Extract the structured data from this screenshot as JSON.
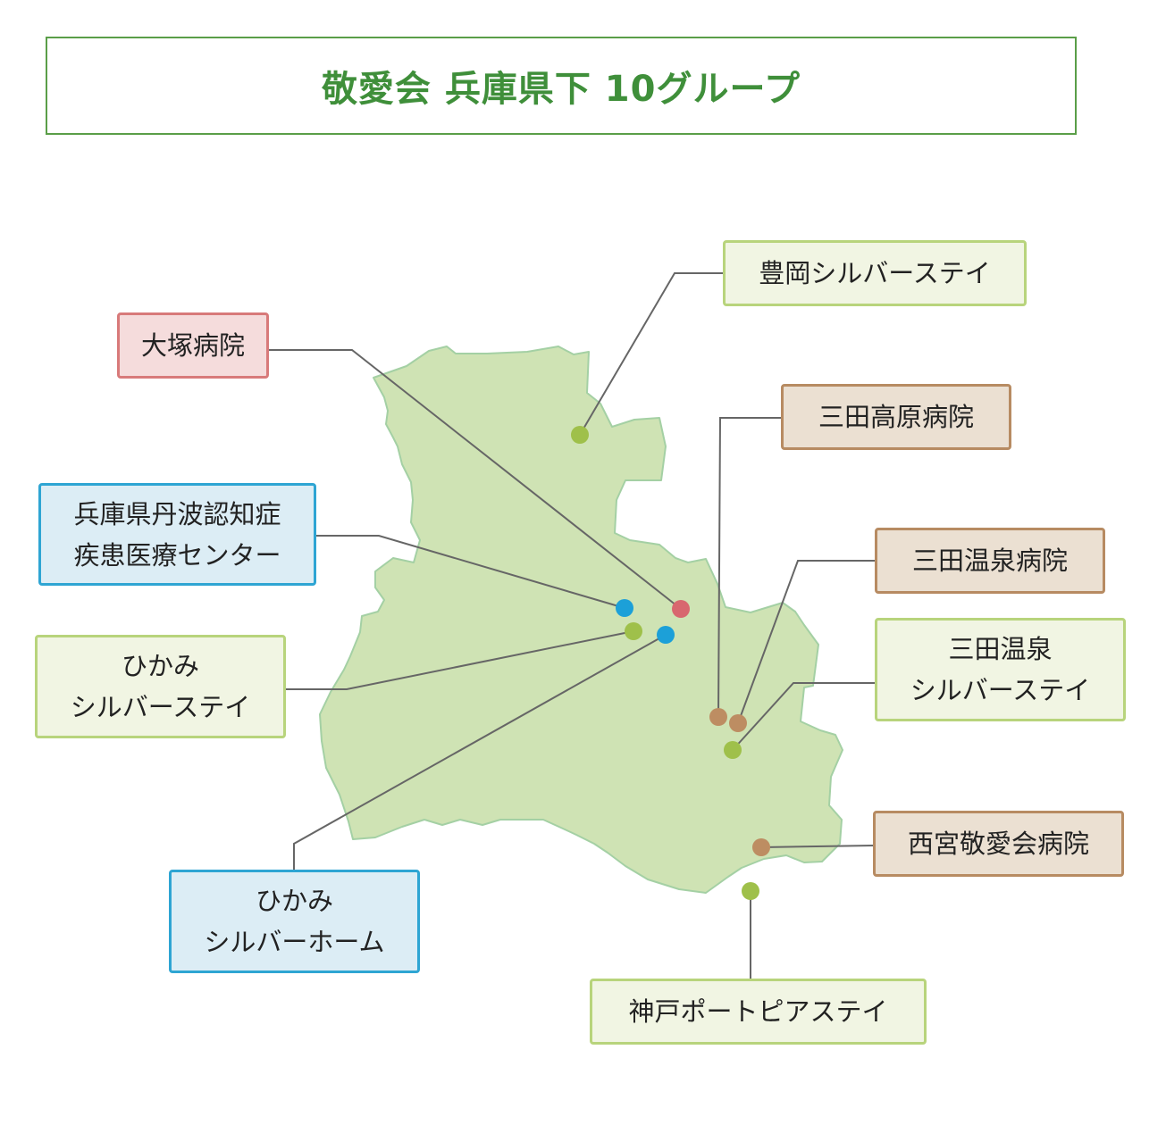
{
  "title": "敬愛会 兵庫県下 10グループ",
  "colors": {
    "title_green": "#3f8f3a",
    "map_fill": "#cfe3b4",
    "map_outline": "#a4d0a4",
    "dot_green": "#9fc04a",
    "dot_red": "#d8676f",
    "dot_blue": "#1ca0d8",
    "dot_brown": "#bd8d62"
  },
  "facilities": [
    {
      "id": "toyooka",
      "lines": [
        "豊岡シルバーステイ"
      ],
      "category": "green"
    },
    {
      "id": "otsuka",
      "lines": [
        "大塚病院"
      ],
      "category": "red"
    },
    {
      "id": "sanda-kogen",
      "lines": [
        "三田高原病院"
      ],
      "category": "brown"
    },
    {
      "id": "tanba-ninchisho",
      "lines": [
        "兵庫県丹波認知症",
        "疾患医療センター"
      ],
      "category": "blue"
    },
    {
      "id": "sanda-onsen-hospital",
      "lines": [
        "三田温泉病院"
      ],
      "category": "brown"
    },
    {
      "id": "hikami-silverstay",
      "lines": [
        "ひかみ",
        "シルバーステイ"
      ],
      "category": "green"
    },
    {
      "id": "sanda-onsen-silverstay",
      "lines": [
        "三田温泉",
        "シルバーステイ"
      ],
      "category": "green"
    },
    {
      "id": "nishinomiya",
      "lines": [
        "西宮敬愛会病院"
      ],
      "category": "brown"
    },
    {
      "id": "hikami-silverhome",
      "lines": [
        "ひかみ",
        "シルバーホーム"
      ],
      "category": "blue"
    },
    {
      "id": "kobe-portopia",
      "lines": [
        "神戸ポートピアステイ"
      ],
      "category": "green"
    }
  ]
}
